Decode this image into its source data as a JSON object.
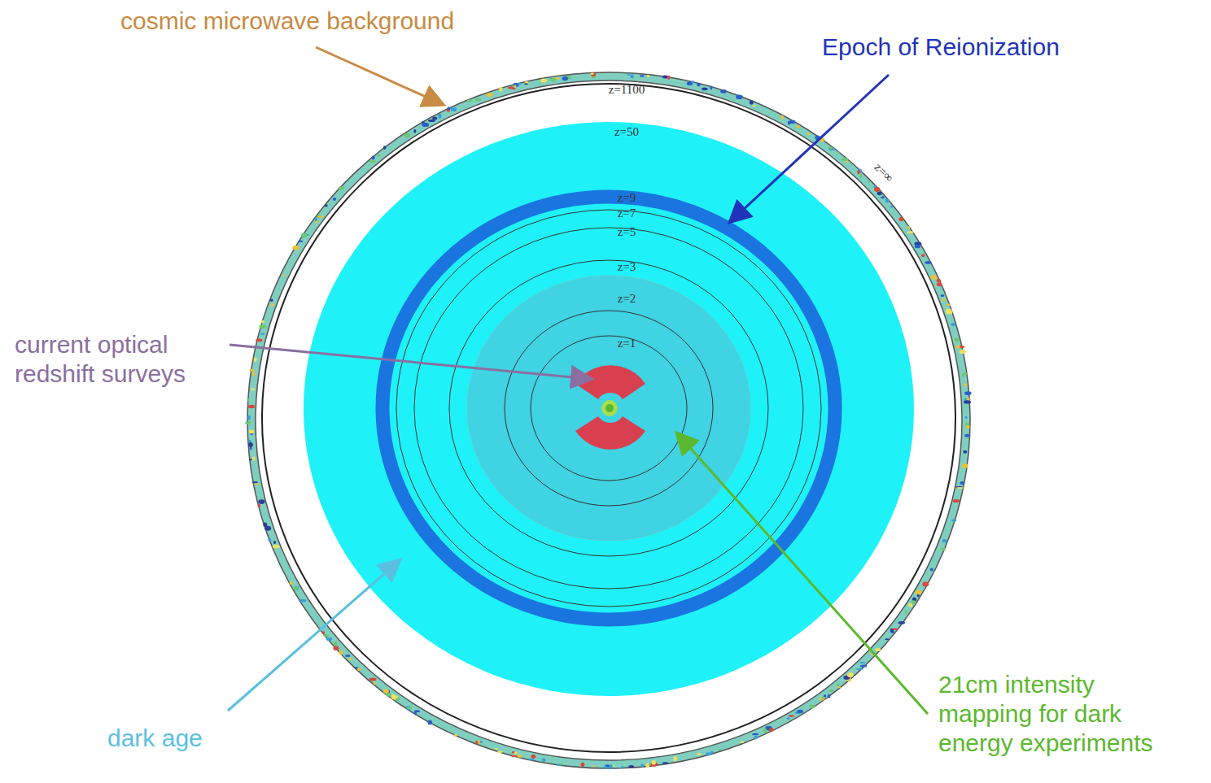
{
  "diagram": {
    "labels": [
      "cosmic microwave background",
      "Epoch of Reionization",
      "current optical redshift surveys",
      "dark age",
      "21cm intensity mapping for dark energy experiments",
      "z=1100",
      "z=∞",
      "z=50",
      "z=9",
      "z=7",
      "z=5",
      "z=3",
      "z=2",
      "z=1"
    ]
  }
}
